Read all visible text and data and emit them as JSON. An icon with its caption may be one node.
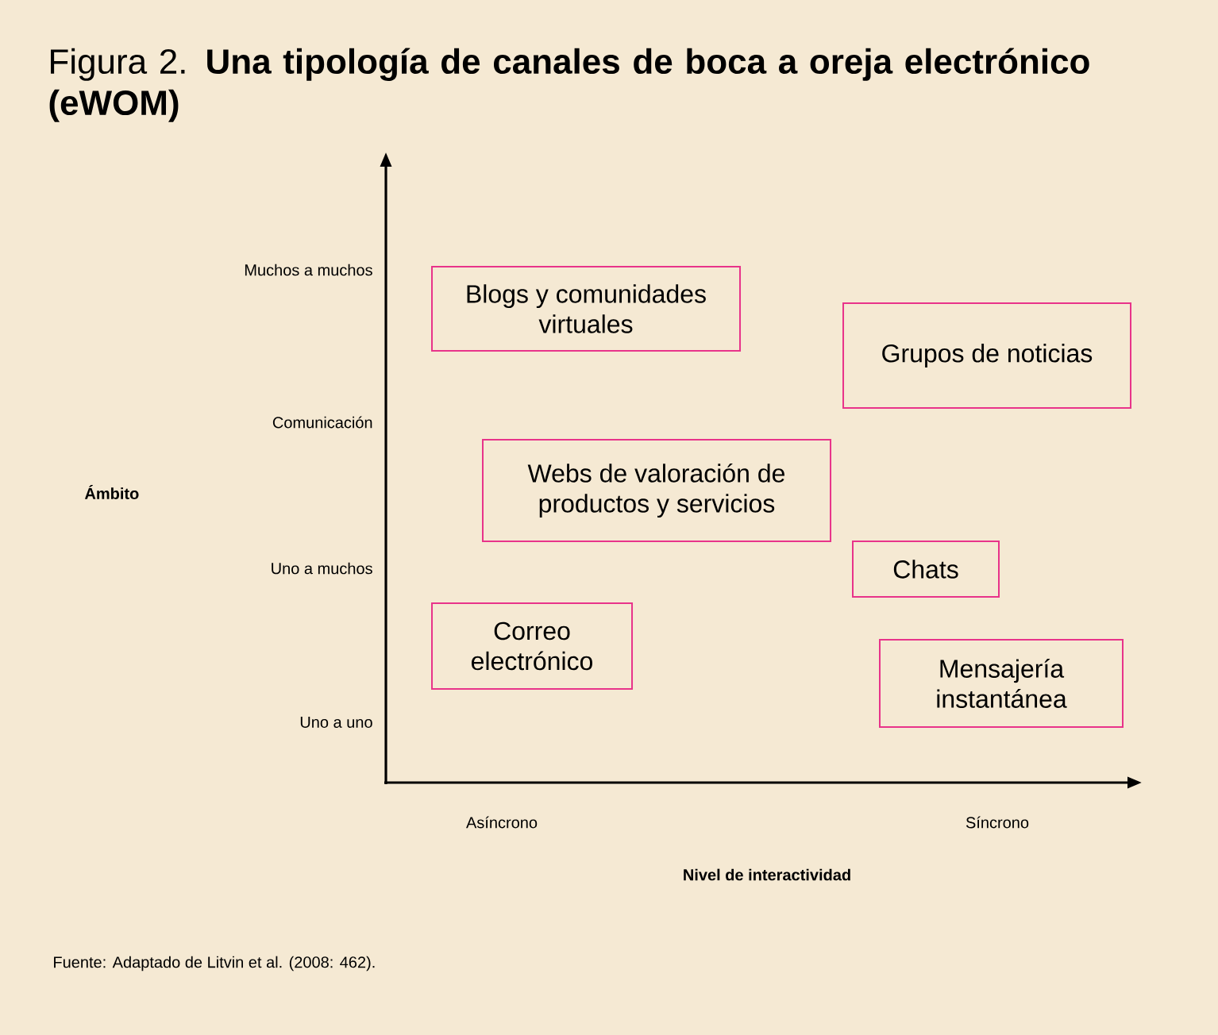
{
  "diagram": {
    "title": "Figura 2. **Una tipología de canales de boca a oreja electrónico (eWOM)**",
    "nodes": [
      {
        "text": [
          "Blogs y comunidades virtuales"
        ]
      },
      {
        "text": [
          "Grupos de noticias"
        ]
      },
      {
        "text": [
          "Webs de valoración de productos y servicios"
        ]
      },
      {
        "text": [
          "Chats"
        ]
      },
      {
        "text": [
          "Correo electrónico"
        ]
      },
      {
        "text": [
          "Mensajería instantánea"
        ]
      }
    ],
    "edges": [],
    "labels": [
      "Muchos a muchos",
      "Comunicación",
      "Ámbito",
      "Uno a muchos",
      "Uno a uno",
      "Asíncrono",
      "Síncrono",
      "Nivel de interactividad",
      "Fuente: Adaptado de Litvin et al. (2008: 462)."
    ]
  }
}
